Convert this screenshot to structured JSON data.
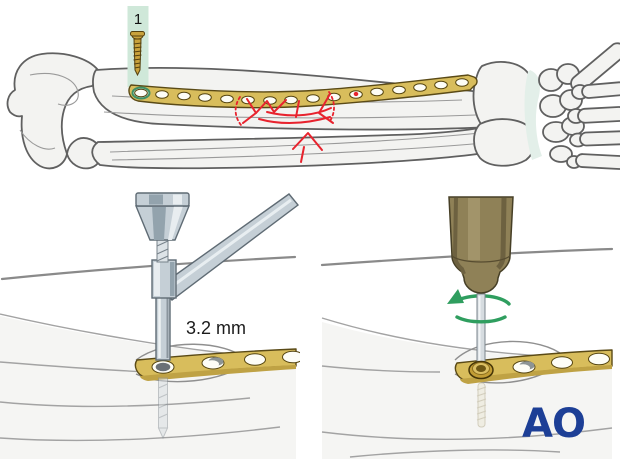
{
  "page": {
    "background": "#ffffff"
  },
  "overview_panel": {
    "step_label": "1",
    "plate_hole_count": 16,
    "highlighted_hole": "first (leftmost) plate hole",
    "fracture": "red multifragmentary fracture lines at the plated midshaft"
  },
  "drill_panel": {
    "size_label": "3.2 mm",
    "plate_visible_holes": 4
  },
  "screw_panel": {
    "logo_text": "AO",
    "plate_visible_holes": 4
  },
  "icons": {
    "cortex_screw_icon": "gold cortex screw",
    "rotation_arrow_icon": "green rotation arrow around screwdriver shaft",
    "drill_guide_icon": "metal drill guide with handle",
    "screwdriver_icon": "khaki-handled screwdriver",
    "ao_logo": "AO"
  },
  "colors": {
    "page_bg": "#ffffff",
    "plate_gold": "#d8bd5c",
    "plate_outline": "#5a4a16",
    "plate_shadow": "#bfa244",
    "fracture_red": "#e8232e",
    "highlight_green": "#cfe8d9",
    "highlight_ring": "#3f9064",
    "screw_gold": "#c8a23c",
    "screw_gold_dark": "#54400e",
    "arrow_green": "#2f9e5f",
    "ao_blue": "#1d3f96",
    "bone_fill": "#f3f3f1",
    "bone_outline": "#606060",
    "bone_faded_fill": "#f5f5f3",
    "bone_faded_outline": "#a3a3a3",
    "cartilage_tint": "#e3efe9",
    "metal_light": "#e8edf0",
    "metal_mid": "#c5cfd6",
    "metal_dark": "#93a3ad",
    "metal_outline": "#5f6b74",
    "handle_khaki": "#8f8157",
    "handle_dark": "#6d6140",
    "handle_light": "#a2946a",
    "skin_line": "#8a8a8a",
    "label_dark": "#1b1b1b"
  }
}
